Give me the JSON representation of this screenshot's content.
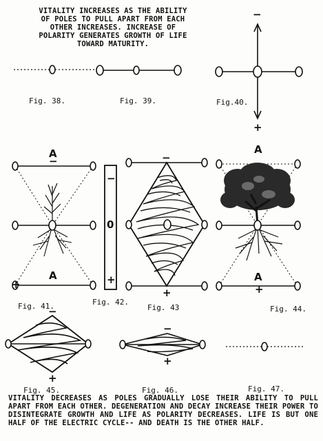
{
  "top_caption": "VITALITY INCREASES AS THE ABILITY\nOF POLES TO PULL APART FROM EACH\nOTHER INCREASES.  INCREASE OF\nPOLARITY GENERATES GROWTH OF LIFE\nTOWARD MATURITY.",
  "bottom_caption": "VITALITY DECREASES AS POLES GRADUALLY LOSE THEIR ABILITY TO PULL APART FROM EACH OTHER.  DEGENERATION AND DECAY INCREASE THEIR POWER TO DISINTEGRATE GROWTH AND LIFE AS POLARITY DECREASES.  LIFE IS BUT ONE HALF OF THE ELECTRIC CYCLE-- AND DEATH IS THE OTHER HALF.",
  "figures": {
    "fig38": "Fig. 38.",
    "fig39": "Fig. 39.",
    "fig40": "Fig.40.",
    "fig41": "Fig. 41.",
    "fig42": "Fig. 42.",
    "fig43": "Fig. 43",
    "fig44": "Fig. 44.",
    "fig45": "Fig. 45.",
    "fig46": "Fig. 46.",
    "fig47": "Fig. 47."
  },
  "symbols": {
    "minus": "−",
    "plus": "+",
    "pole_a": "A",
    "zero": "0"
  }
}
